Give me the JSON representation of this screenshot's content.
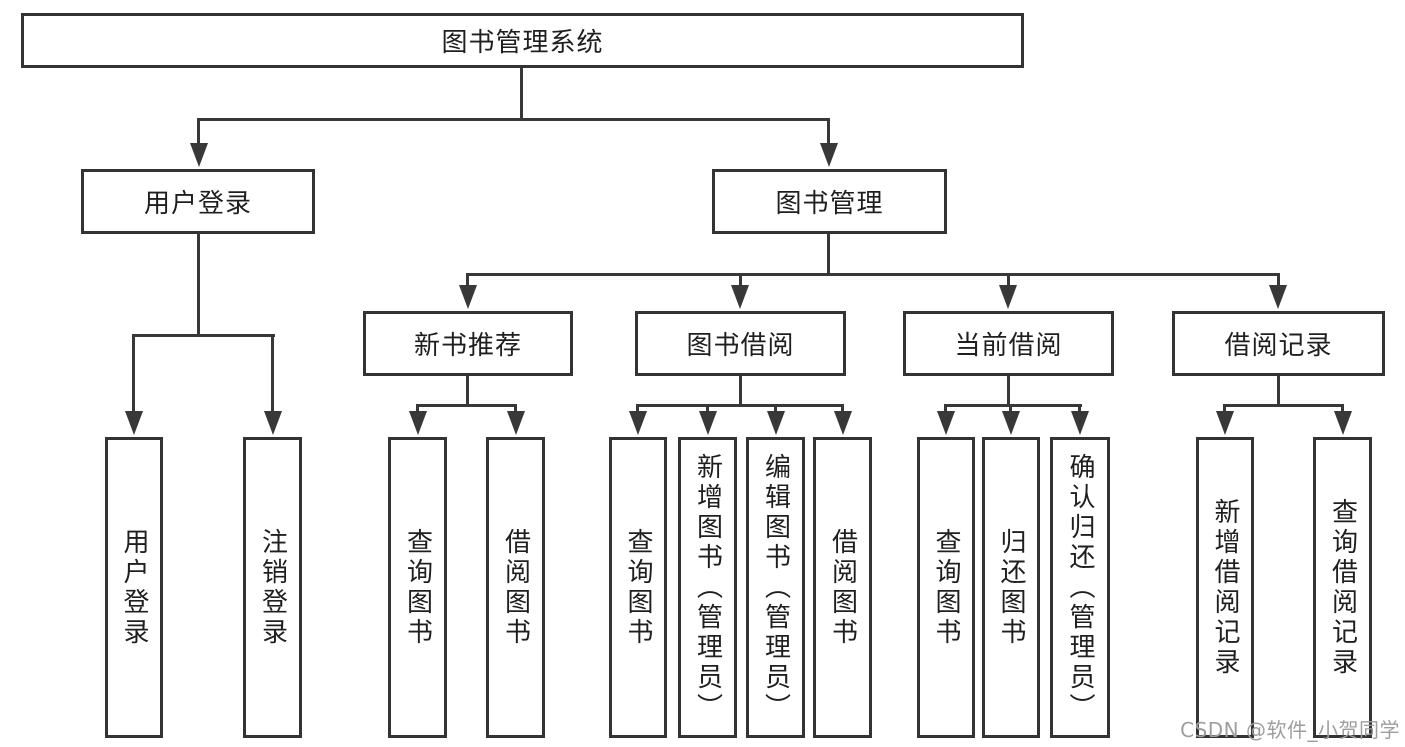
{
  "diagram": {
    "title": "图书管理系统",
    "type": "hierarchy-tree"
  },
  "tree": {
    "label": "图书管理系统",
    "children": [
      {
        "label": "用户登录",
        "children": [
          {
            "label": "用户登录"
          },
          {
            "label": "注销登录"
          }
        ]
      },
      {
        "label": "图书管理",
        "children": [
          {
            "label": "新书推荐",
            "children": [
              {
                "label": "查询图书"
              },
              {
                "label": "借阅图书"
              }
            ]
          },
          {
            "label": "图书借阅",
            "children": [
              {
                "label": "查询图书"
              },
              {
                "label": "新增图书（管理员）"
              },
              {
                "label": "编辑图书（管理员）"
              },
              {
                "label": "借阅图书"
              }
            ]
          },
          {
            "label": "当前借阅",
            "children": [
              {
                "label": "查询图书"
              },
              {
                "label": "归还图书"
              },
              {
                "label": "确认归还（管理员）"
              }
            ]
          },
          {
            "label": "借阅记录",
            "children": [
              {
                "label": "新增借阅记录"
              },
              {
                "label": "查询借阅记录"
              }
            ]
          }
        ]
      }
    ]
  },
  "watermark": {
    "text": "CSDN @软件_小贺同学",
    "color": "#9e9e9e"
  },
  "colors": {
    "line": "#383838",
    "border": "#333333",
    "text": "#1f1f1f",
    "background": "#ffffff"
  }
}
